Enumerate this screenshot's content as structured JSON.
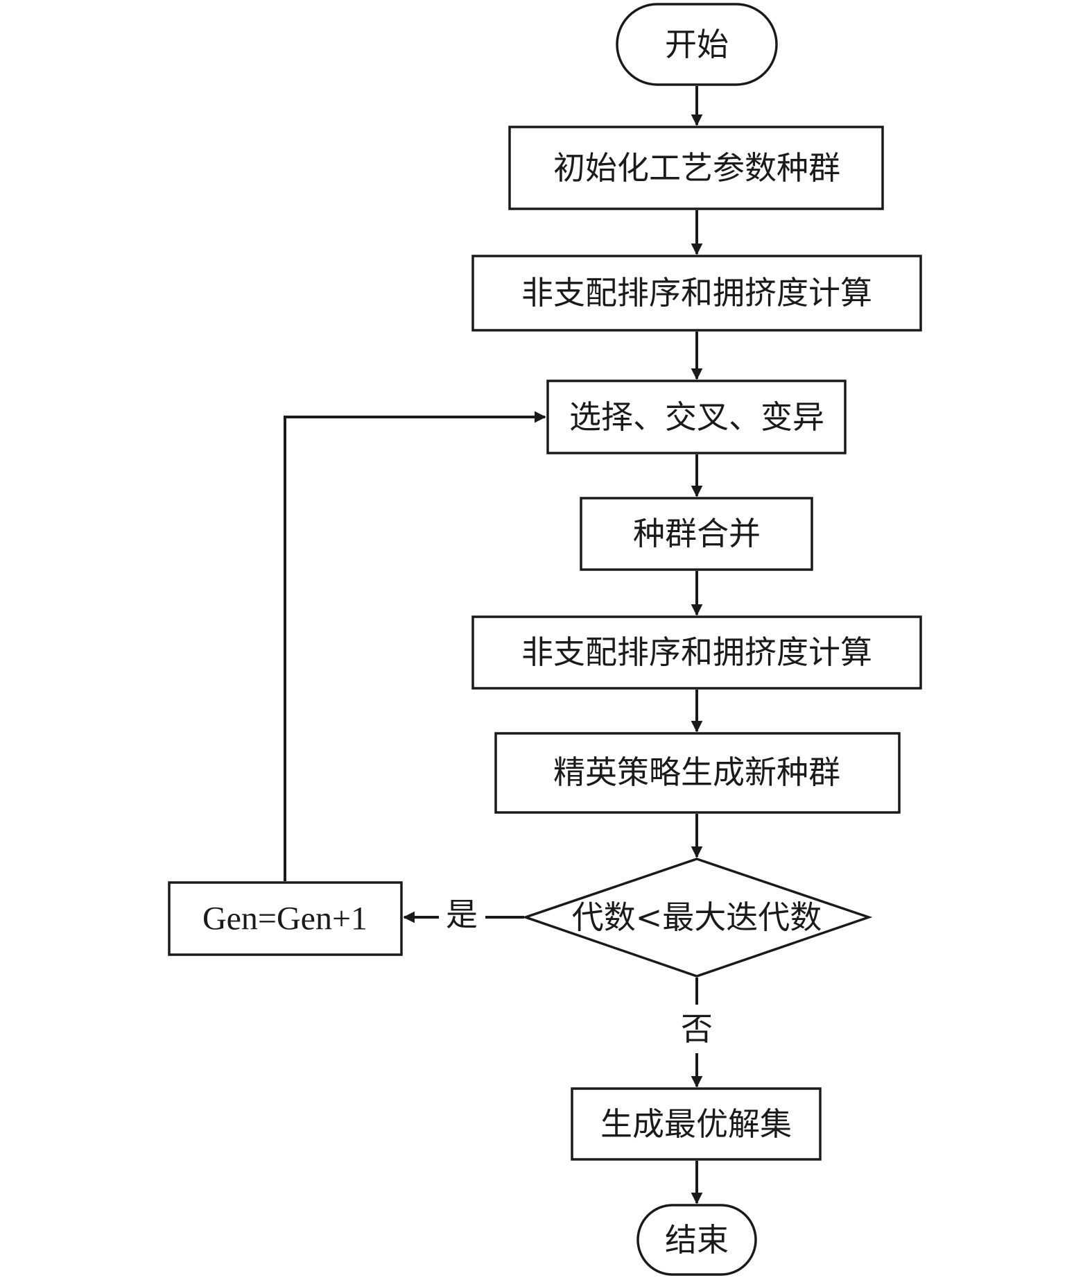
{
  "nodes": {
    "start": "开始",
    "init_population": "初始化工艺参数种群",
    "nondominated_sort_1": "非支配排序和拥挤度计算",
    "select_cross_mutate": "选择、交叉、变异",
    "merge_population": "种群合并",
    "nondominated_sort_2": "非支配排序和拥挤度计算",
    "elite_strategy": "精英策略生成新种群",
    "condition": "代数<最大迭代数",
    "gen_increment": "Gen=Gen+1",
    "generate_solution": "生成最优解集",
    "end": "结束"
  },
  "edge_labels": {
    "yes": "是",
    "no": "否"
  },
  "colors": {
    "stroke": "#1a1a1a",
    "background": "#ffffff"
  }
}
